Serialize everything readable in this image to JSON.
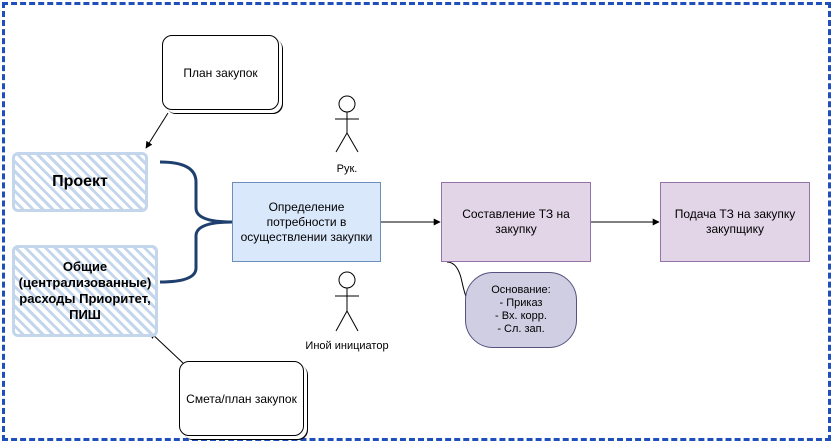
{
  "nodes": {
    "plan": "План закупок",
    "project": "Проект",
    "common": "Общие (централизованные) расходы Приоритет, ПИШ",
    "smeta": "Смета/план закупок",
    "need": "Определение потребности в осуществлении закупки",
    "tz": "Составление ТЗ на закупку",
    "submit": "Подача ТЗ на закупку закупщику"
  },
  "actors": {
    "head": "Рук.",
    "other": "Иной инициатор"
  },
  "basis": {
    "title": "Основание:",
    "items": [
      "- Приказ",
      "- Вх. корр.",
      "- Сл. зап."
    ]
  },
  "colors": {
    "frame": "#1f4fbd",
    "brace": "#1f3f6e",
    "need_fill": "#dae8fc",
    "tz_fill": "#e1d5e7",
    "basis_fill": "#d0cee2",
    "hatch": "#c3d6ec"
  }
}
